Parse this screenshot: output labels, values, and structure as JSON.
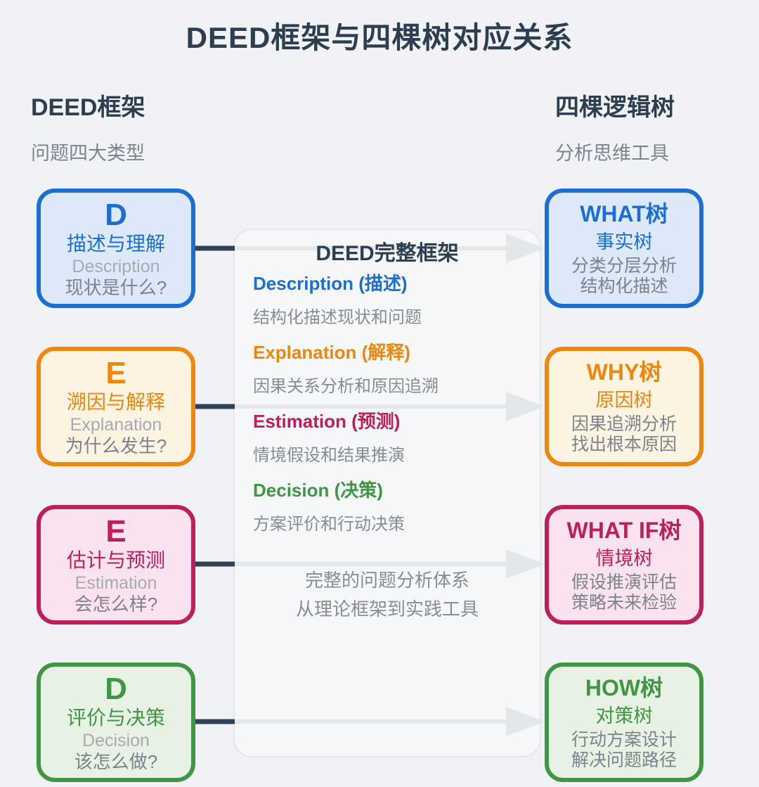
{
  "page": {
    "title": "DEED框架与四棵树对应关系"
  },
  "left_column": {
    "heading": "DEED框架",
    "subheading": "问题四大类型",
    "boxes": [
      {
        "letter": "D",
        "title": "描述与理解",
        "english": "Description",
        "question": "现状是什么?",
        "accent": "#1c6fd2",
        "fill": "#dde9f8"
      },
      {
        "letter": "E",
        "title": "溯因与解释",
        "english": "Explanation",
        "question": "为什么发生?",
        "accent": "#f0860b",
        "fill": "#fdf3e1"
      },
      {
        "letter": "E",
        "title": "估计与预测",
        "english": "Estimation",
        "question": "会怎么样?",
        "accent": "#c01e5a",
        "fill": "#fae3ee"
      },
      {
        "letter": "D",
        "title": "评价与决策",
        "english": "Decision",
        "question": "该怎么做?",
        "accent": "#3f9643",
        "fill": "#e7f2e4"
      }
    ]
  },
  "right_column": {
    "heading": "四棵逻辑树",
    "subheading": "分析思维工具",
    "boxes": [
      {
        "title": "WHAT树",
        "subtitle": "事实树",
        "line1": "分类分层分析",
        "line2": "结构化描述",
        "accent": "#1c6fd2",
        "fill": "#dde9f8"
      },
      {
        "title": "WHY树",
        "subtitle": "原因树",
        "line1": "因果追溯分析",
        "line2": "找出根本原因",
        "accent": "#f0860b",
        "fill": "#fdf3e1"
      },
      {
        "title": "WHAT IF树",
        "subtitle": "情境树",
        "line1": "假设推演评估",
        "line2": "策略未来检验",
        "accent": "#c01e5a",
        "fill": "#fae3ee"
      },
      {
        "title": "HOW树",
        "subtitle": "对策树",
        "line1": "行动方案设计",
        "line2": "解决问题路径",
        "accent": "#3f9643",
        "fill": "#e7f2e4"
      }
    ]
  },
  "center_panel": {
    "title": "DEED完整框架",
    "items": [
      {
        "heading": "Description (描述)",
        "desc": "结构化描述现状和问题",
        "accent": "#1c6fd2"
      },
      {
        "heading": "Explanation (解释)",
        "desc": "因果关系分析和原因追溯",
        "accent": "#f0860b"
      },
      {
        "heading": "Estimation (预测)",
        "desc": "情境假设和结果推演",
        "accent": "#c01e5a"
      },
      {
        "heading": "Decision (决策)",
        "desc": "方案评价和行动决策",
        "accent": "#3f9643"
      }
    ],
    "footer_line1": "完整的问题分析体系",
    "footer_line2": "从理论框架到实践工具"
  },
  "colors": {
    "background": "#f0f2f5",
    "navy_text": "#2c3e50",
    "gray_text": "#7c838b",
    "light_gray_text": "#a6abb2",
    "panel_fill": "#f6f7f9",
    "panel_border": "#e3e6ea",
    "arrow_gray": "#e4e7ea",
    "connector_navy": "#2f4154"
  }
}
